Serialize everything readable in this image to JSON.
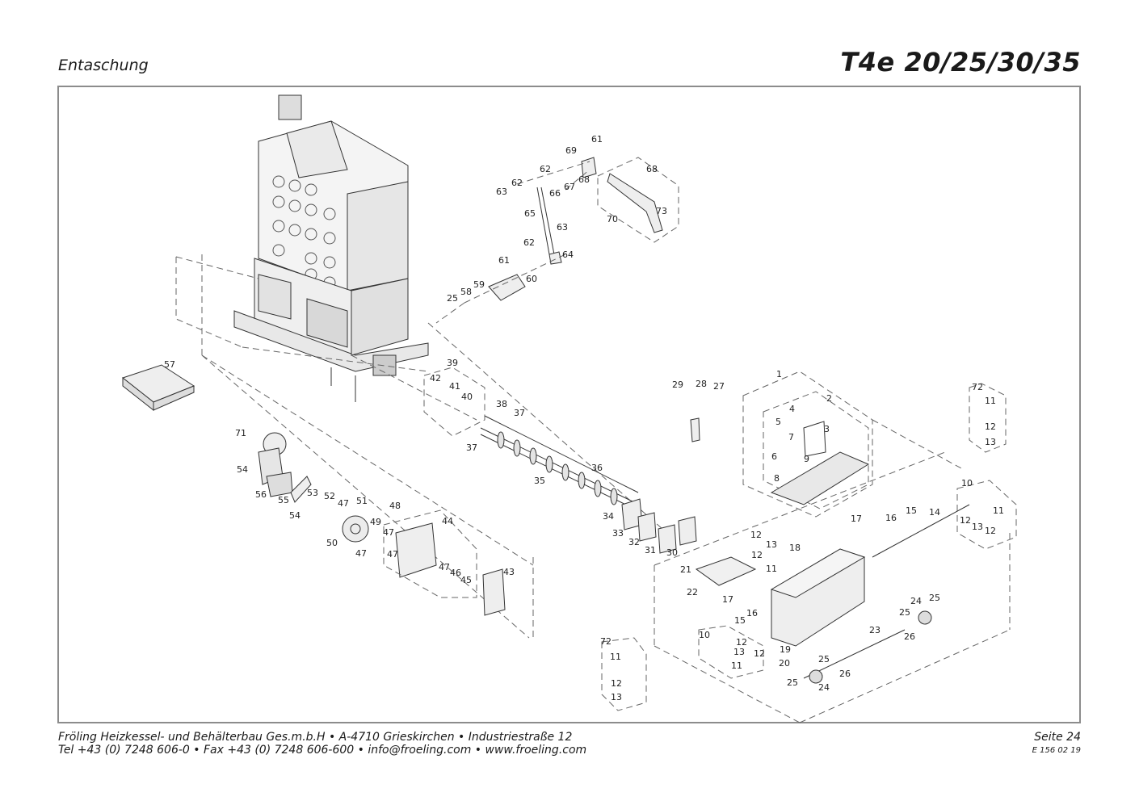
{
  "header": {
    "section_title": "Entaschung",
    "model_title": "T4e 20/25/30/35"
  },
  "footer": {
    "line1": "Fröling Heizkessel- und Behälterbau Ges.m.b.H   •   A-4710 Grieskirchen   •   Industriestraße 12",
    "line2": "Tel +43 (0) 7248 606-0   •   Fax +43 (0) 7248 606-600   •   info@froeling.com   •   www.froeling.com",
    "page": "Seite 24",
    "doc_code": "E 156 02 19"
  },
  "part_labels": [
    "61",
    "69",
    "62",
    "68",
    "68",
    "63",
    "62",
    "66",
    "67",
    "65",
    "70",
    "73",
    "63",
    "62",
    "61",
    "64",
    "60",
    "59",
    "58",
    "25",
    "39",
    "42",
    "41",
    "40",
    "57",
    "38",
    "37",
    "37",
    "36",
    "35",
    "34",
    "33",
    "32",
    "31",
    "30",
    "71",
    "54",
    "56",
    "55",
    "53",
    "52",
    "47",
    "51",
    "48",
    "54",
    "49",
    "47",
    "50",
    "47",
    "47",
    "44",
    "47",
    "46",
    "45",
    "43",
    "29",
    "28",
    "27",
    "1",
    "2",
    "4",
    "5",
    "3",
    "7",
    "9",
    "6",
    "8",
    "72",
    "11",
    "12",
    "13",
    "10",
    "11",
    "12",
    "13",
    "12",
    "17",
    "16",
    "15",
    "14",
    "12",
    "13",
    "12",
    "11",
    "18",
    "21",
    "22",
    "17",
    "16",
    "15",
    "10",
    "12",
    "13",
    "12",
    "11",
    "24",
    "25",
    "25",
    "23",
    "26",
    "19",
    "20",
    "25",
    "25",
    "24",
    "26",
    "72",
    "11",
    "12",
    "13"
  ]
}
